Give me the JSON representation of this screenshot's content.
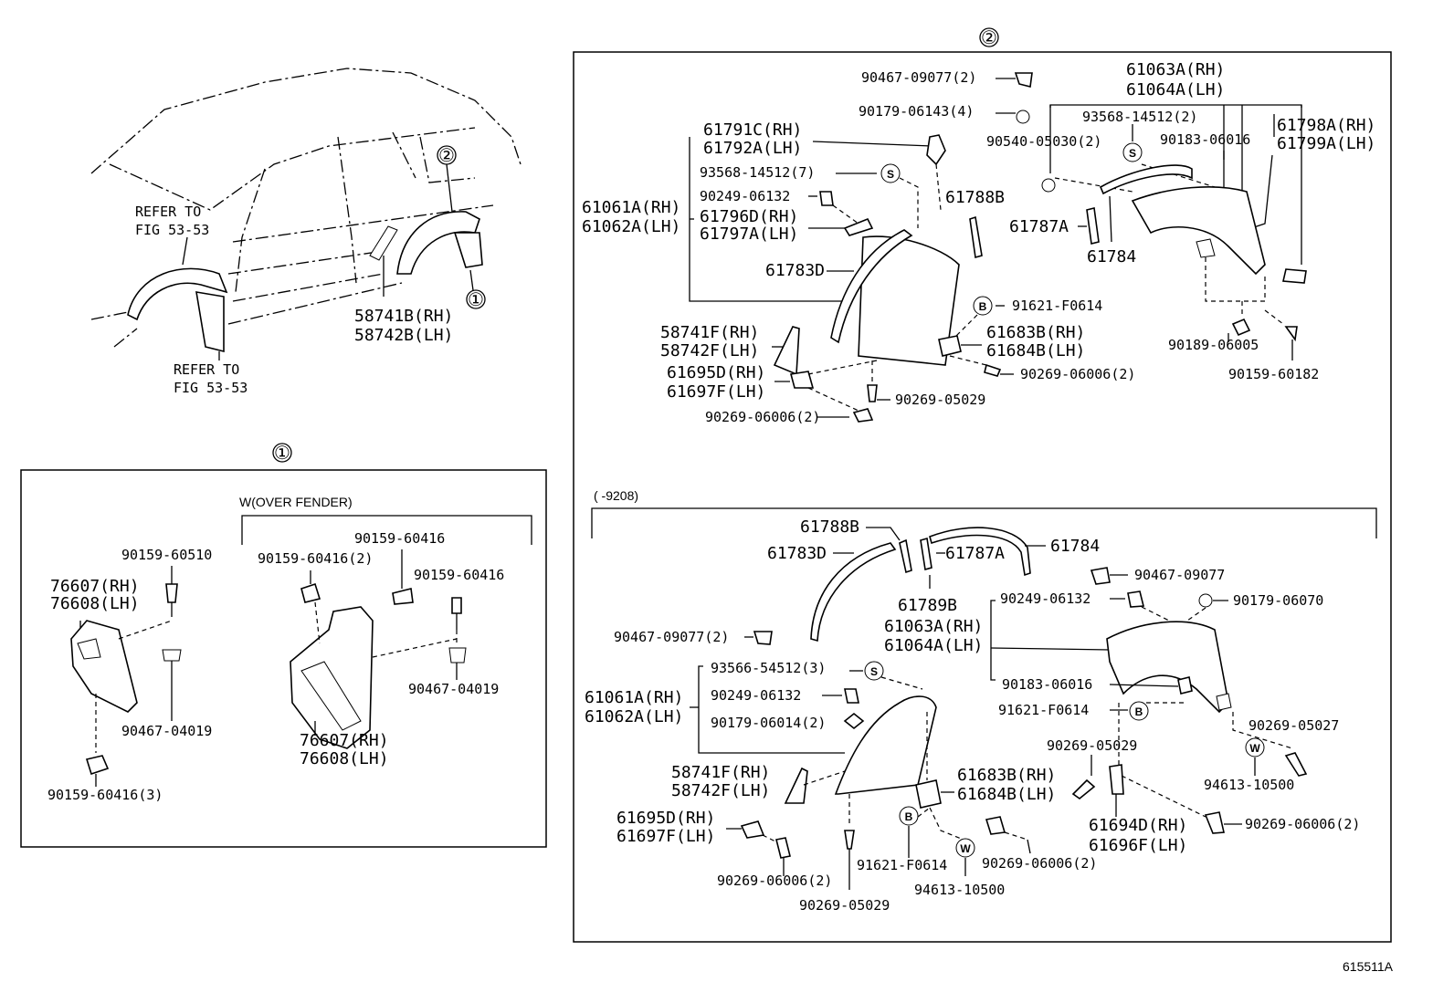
{
  "circles": {
    "c1": "①",
    "c2": "②"
  },
  "symbols": {
    "S": "S",
    "B": "B",
    "W": "W"
  },
  "overview": {
    "refer_top_1": "REFER TO",
    "refer_top_2": "FIG 53-53",
    "refer_bot_1": "REFER TO",
    "refer_bot_2": "FIG 53-53",
    "p58741b": "58741B(RH)",
    "p58742b": "58742B(LH)"
  },
  "panel1": {
    "title": "W(OVER FENDER)",
    "l90159_60510": "90159-60510",
    "l76607_l": "76607(RH)",
    "l76608_l": "76608(LH)",
    "l90467_04019_l": "90467-04019",
    "l90159_60416_3": "90159-60416(3)",
    "l90159_60416_a": "90159-60416",
    "l90159_60416_2": "90159-60416(2)",
    "l90159_60416_b": "90159-60416",
    "l90467_04019_r": "90467-04019",
    "l76607_r": "76607(RH)",
    "l76608_r": "76608(LH)"
  },
  "panel2_upper": {
    "l90467_09077_2": "90467-09077(2)",
    "l61063a": "61063A(RH)",
    "l61064a": "61064A(LH)",
    "l90179_06143_4": "90179-06143(4)",
    "l93568_14512_2": "93568-14512(2)",
    "l61798a": "61798A(RH)",
    "l61799a": "61799A(LH)",
    "l61791c": "61791C(RH)",
    "l61792a": "61792A(LH)",
    "l90540_05030_2": "90540-05030(2)",
    "l90183_06016": "90183-06016",
    "l93568_14512_7": "93568-14512(7)",
    "l61061a": "61061A(RH)",
    "l61062a": "61062A(LH)",
    "l90249_06132": "90249-06132",
    "l61796d": "61796D(RH)",
    "l61797a": "61797A(LH)",
    "l61788b": "61788B",
    "l61787a": "61787A",
    "l61784": "61784",
    "l61783d": "61783D",
    "l91621_f0614": "91621-F0614",
    "l58741f": "58741F(RH)",
    "l58742f": "58742F(LH)",
    "l61683b": "61683B(RH)",
    "l61684b": "61684B(LH)",
    "l90189_06005": "90189-06005",
    "l61695d": "61695D(RH)",
    "l61697f": "61697F(LH)",
    "l90269_06006_2a": "90269-06006(2)",
    "l90159_60182": "90159-60182",
    "l90269_05029": "90269-05029",
    "l90269_06006_2b": "90269-06006(2)"
  },
  "panel2_lower": {
    "range": "(      -9208)",
    "l61788b": "61788B",
    "l61783d": "61783D",
    "l61787a": "61787A",
    "l61784": "61784",
    "l90467_09077": "90467-09077",
    "l61789b": "61789B",
    "l90249_06132_a": "90249-06132",
    "l90179_06070": "90179-06070",
    "l61063a": "61063A(RH)",
    "l61064a": "61064A(LH)",
    "l90467_09077_2": "90467-09077(2)",
    "l93566_54512_3": "93566-54512(3)",
    "l61061a": "61061A(RH)",
    "l61062a": "61062A(LH)",
    "l90249_06132_b": "90249-06132",
    "l90183_06016": "90183-06016",
    "l91621_f0614_a": "91621-F0614",
    "l90179_06014_2": "90179-06014(2)",
    "l90269_05027": "90269-05027",
    "l90269_05029_a": "90269-05029",
    "l58741f": "58741F(RH)",
    "l58742f": "58742F(LH)",
    "l61683b": "61683B(RH)",
    "l61684b": "61684B(LH)",
    "l94613_10500_a": "94613-10500",
    "l61695d": "61695D(RH)",
    "l61697f": "61697F(LH)",
    "l61694d": "61694D(RH)",
    "l61696f": "61696F(LH)",
    "l90269_06006_2a": "90269-06006(2)",
    "l91621_f0614_b": "91621-F0614",
    "l90269_06006_2b": "90269-06006(2)",
    "l90269_06006_2c": "90269-06006(2)",
    "l94613_10500_b": "94613-10500",
    "l90269_05029_b": "90269-05029"
  },
  "footer": {
    "code": "615511A"
  }
}
